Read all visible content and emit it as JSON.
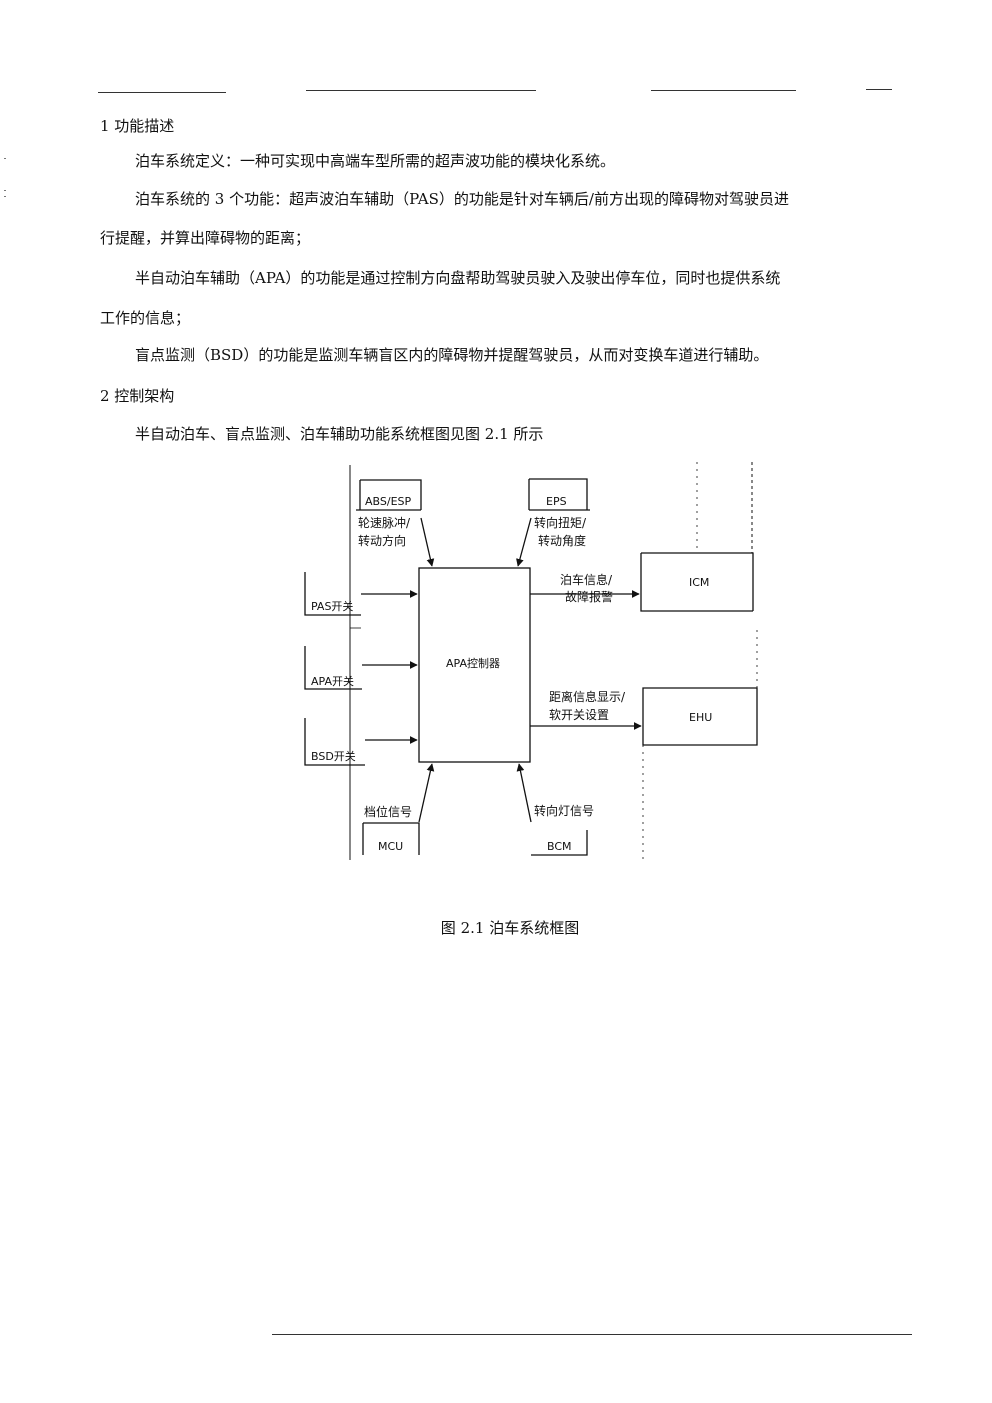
{
  "section1": {
    "heading": "1 功能描述",
    "p1": "泊车系统定义：一种可实现中高端车型所需的超声波功能的模块化系统。",
    "p2_line1": "泊车系统的 3 个功能：超声波泊车辅助（PAS）的功能是针对车辆后/前方出现的障碍物对驾驶员进",
    "p2_line2": "行提醒，并算出障碍物的距离；",
    "p3_line1": "半自动泊车辅助（APA）的功能是通过控制方向盘帮助驾驶员驶入及驶出停车位，同时也提供系统",
    "p3_line2": "工作的信息；",
    "p4": "盲点监测（BSD）的功能是监测车辆盲区内的障碍物并提醒驾驶员，从而对变换车道进行辅助。"
  },
  "section2": {
    "heading": "2 控制架构",
    "intro": "半自动泊车、盲点监测、泊车辅助功能系统框图见图 2.1 所示"
  },
  "diagram": {
    "controller": "APA控制器",
    "abs_esp": "ABS/ESP",
    "eps": "EPS",
    "icm": "ICM",
    "ehu": "EHU",
    "mcu": "MCU",
    "bcm": "BCM",
    "pas_switch": "PAS开关",
    "apa_switch": "APA开关",
    "bsd_switch": "BSD开关",
    "abs_signal_line1": "轮速脉冲/",
    "abs_signal_line2": "转动方向",
    "eps_signal_line1": "转向扭矩/",
    "eps_signal_line2": "转动角度",
    "icm_signal_line1": "泊车信息/",
    "icm_signal_line2": "故障报警",
    "ehu_signal_line1": "距离信息显示/",
    "ehu_signal_line2": "软开关设置",
    "mcu_signal": "档位信号",
    "bcm_signal": "转向灯信号"
  },
  "caption": "图 2.1 泊车系统框图"
}
